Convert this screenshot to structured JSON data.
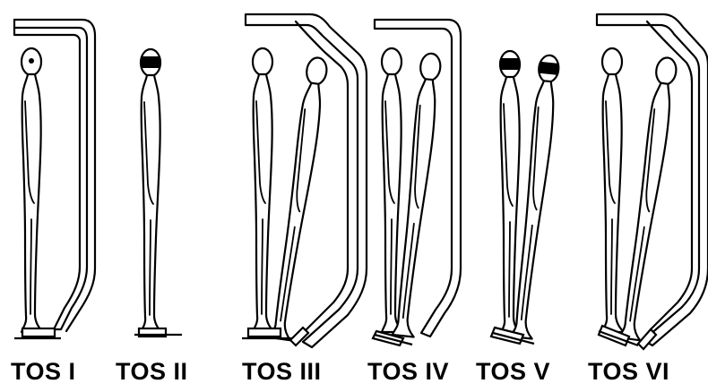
{
  "figure": {
    "labels": [
      "TOS I",
      "TOS II",
      "TOS III",
      "TOS IV",
      "TOS V",
      "TOS VI"
    ],
    "ink_color": "#000000",
    "background": "#ffffff"
  }
}
